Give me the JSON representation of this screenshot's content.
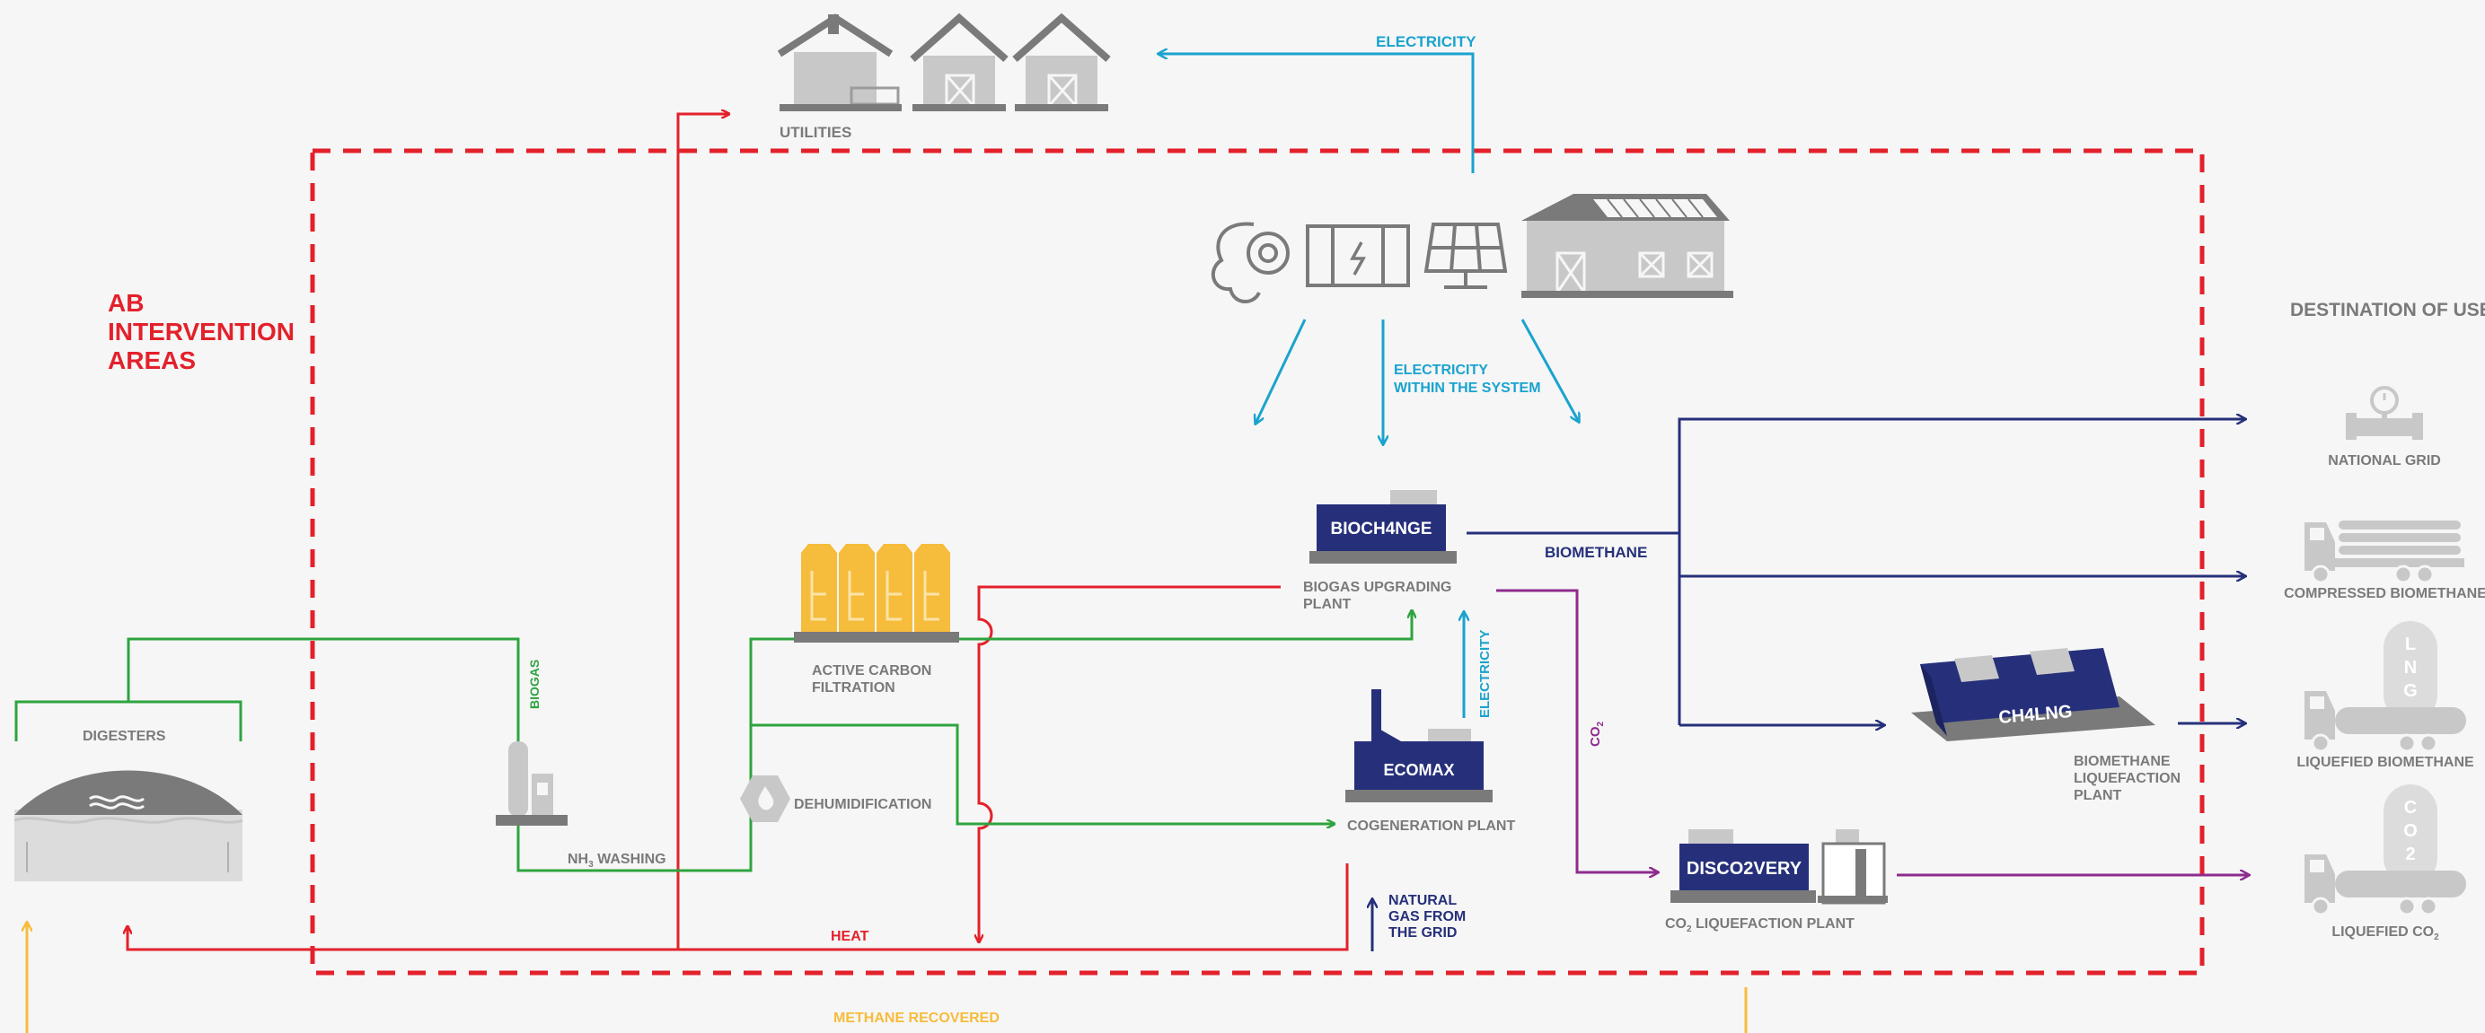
{
  "colors": {
    "red": "#e3212b",
    "green": "#2ea43f",
    "cyan": "#1aa3cf",
    "navy": "#26307a",
    "purple": "#8e2c8e",
    "yellow": "#f6bc3b",
    "gray": "#7a7a7a",
    "light_gray": "#c8c8c8"
  },
  "intervention": {
    "line1": "AB",
    "line2": "INTERVENTION",
    "line3": "AREAS"
  },
  "destination_title": "DESTINATION OF USE",
  "labels": {
    "utilities": "UTILITIES",
    "electricity_top": "ELECTRICITY",
    "electricity_within_1": "ELECTRICITY",
    "electricity_within_2": "WITHIN THE SYSTEM",
    "digesters": "DIGESTERS",
    "biogas": "BIOGAS",
    "nh3_washing": "NH",
    "nh3_sub": "3",
    "nh3_washing_rest": " WASHING",
    "active_carbon_1": "ACTIVE CARBON",
    "active_carbon_2": "FILTRATION",
    "dehumidification": "DEHUMIDIFICATION",
    "biogas_upgrading_1": "BIOGAS UPGRADING",
    "biogas_upgrading_2": "PLANT",
    "biomethane": "BIOMETHANE",
    "electricity_vertical": "ELECTRICITY",
    "cogeneration": "COGENERATION PLANT",
    "co2_vertical": "CO",
    "co2_vertical_sub": "2",
    "heat": "HEAT",
    "natural_gas_1": "NATURAL",
    "natural_gas_2": "GAS FROM",
    "natural_gas_3": "THE GRID",
    "co2_liquefaction": "CO",
    "co2_liquefaction_sub": "2",
    "co2_liquefaction_rest": " LIQUEFACTION PLANT",
    "biomethane_liq_1": "BIOMETHANE",
    "biomethane_liq_2": "LIQUEFACTION",
    "biomethane_liq_3": "PLANT",
    "methane_recovered": "METHANE RECOVERED"
  },
  "brands": {
    "biochange": "BIOCH4NGE",
    "ecomax": "ECOMAX",
    "ch4lng": "CH4LNG",
    "disco2very": "DISCO2VERY"
  },
  "destinations": {
    "national_grid": "NATIONAL GRID",
    "compressed_biomethane": "COMPRESSED BIOMETHANE",
    "liquefied_biomethane": "LIQUEFIED BIOMETHANE",
    "liquefied_co2": "LIQUEFIED CO",
    "liquefied_co2_sub": "2",
    "tank_lng": [
      "L",
      "N",
      "G"
    ],
    "tank_co2": [
      "C",
      "O",
      "2"
    ]
  }
}
